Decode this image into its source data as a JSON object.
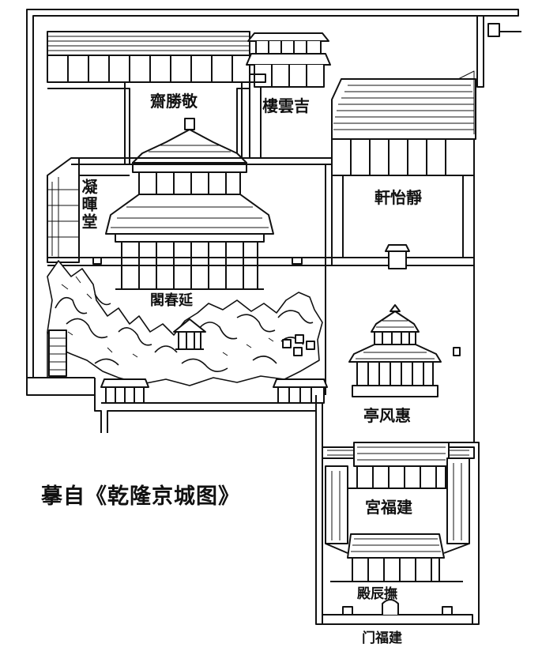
{
  "diagram": {
    "caption": "摹自《乾隆京城图》",
    "buildings": {
      "jingsheng_zhai": "齋勝敬",
      "jiyun_lou": "樓雲吉",
      "ninghui_tang": "凝暉堂",
      "jingyi_xuan": "軒怡靜",
      "yanchun_ge": "閣春延",
      "huifeng_ting": "亭风惠",
      "jianfu_gong": "宮福建",
      "fuchen_dian": "殿辰撫",
      "jianfu_men": "门福建"
    }
  }
}
